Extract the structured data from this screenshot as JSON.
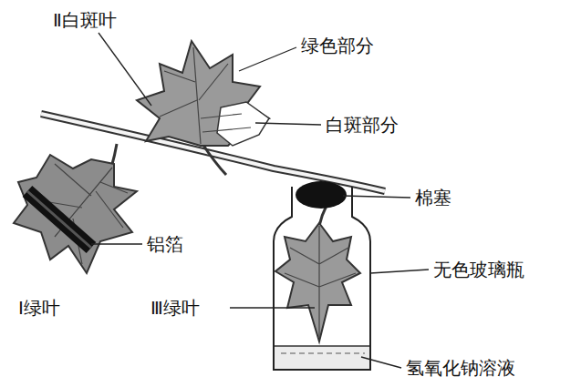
{
  "diagram": {
    "labels": [
      "Ⅱ白斑叶",
      "绿色部分",
      "白斑部分",
      "棉塞",
      "铝箔",
      "无色玻璃瓶",
      "Ⅰ绿叶",
      "Ⅲ绿叶",
      "氢氧化钠溶液"
    ]
  }
}
